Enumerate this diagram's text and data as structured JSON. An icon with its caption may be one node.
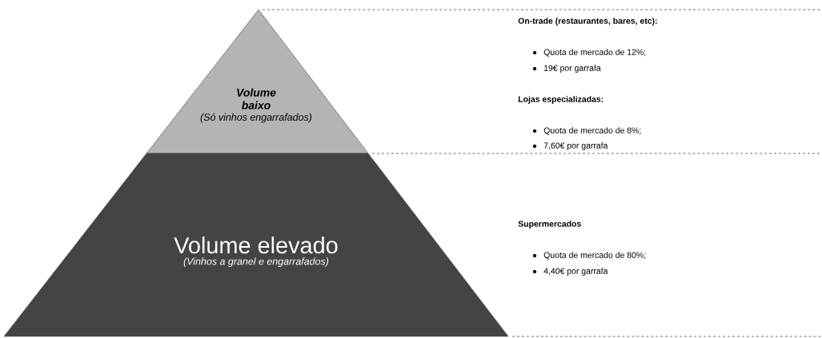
{
  "diagram": {
    "nodes": [
      {
        "text": [
          "Volume baixo",
          "(Só vinhos engarrafados)"
        ]
      },
      {
        "text": [
          "Volume elevado",
          "(Vinhos a granel e engarrafados)"
        ]
      }
    ],
    "labels": [
      "On-trade (restaurantes, bares, etc):",
      "Quota de mercado de 12%;",
      "19€ por garrafa",
      "Lojas especializadas:",
      "Quota de mercado de 8%;",
      "7,60€ por garrafa",
      "Supermercados",
      "Quota de mercado de 80%;",
      "4,40€ por garrafa"
    ]
  }
}
